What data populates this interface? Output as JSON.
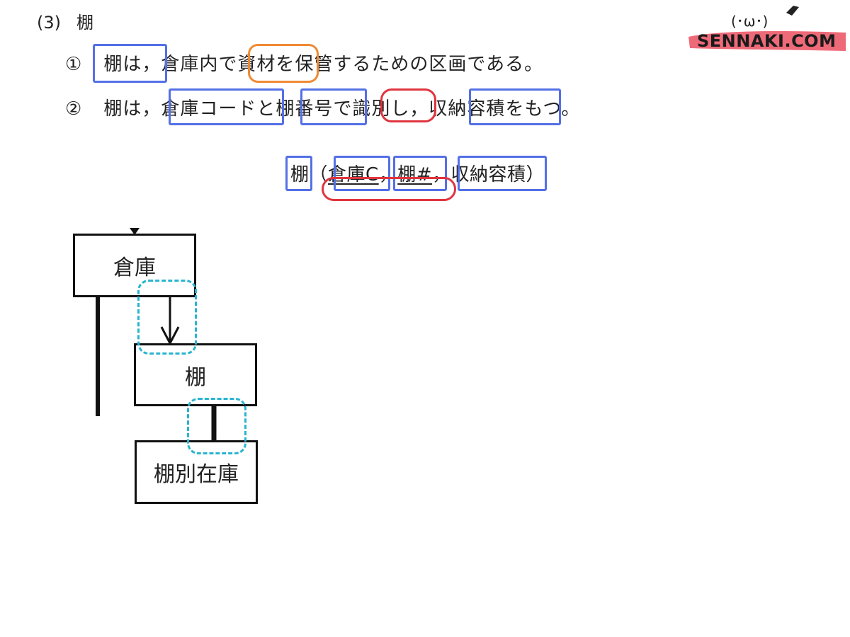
{
  "heading": {
    "number": "(3)",
    "title": "棚"
  },
  "statements": [
    {
      "marker": "①",
      "parts": [
        "棚は，",
        "倉庫内で",
        "資材",
        "を保管するための区画である。"
      ]
    },
    {
      "marker": "②",
      "parts": [
        "棚は，",
        "倉庫コード",
        "と",
        "棚番号",
        "で",
        "識別",
        "し，",
        "収納容積",
        "をもつ。"
      ]
    }
  ],
  "formula": {
    "entity": "棚",
    "open": "（",
    "key1": "倉庫C",
    "sep1": "，",
    "key2": "棚#",
    "sep2": "，",
    "attr": "収納容積",
    "close": "）"
  },
  "diagram": {
    "entities": [
      "倉庫",
      "棚",
      "棚別在庫"
    ]
  },
  "logo": {
    "text": "SENNAKI.COM",
    "face": "(･ω･)"
  },
  "colors": {
    "blue": "#5470e6",
    "orange": "#ef8a35",
    "red": "#e0343f",
    "teal": "#28b4cf",
    "logo_brush": "#ee6a78"
  }
}
